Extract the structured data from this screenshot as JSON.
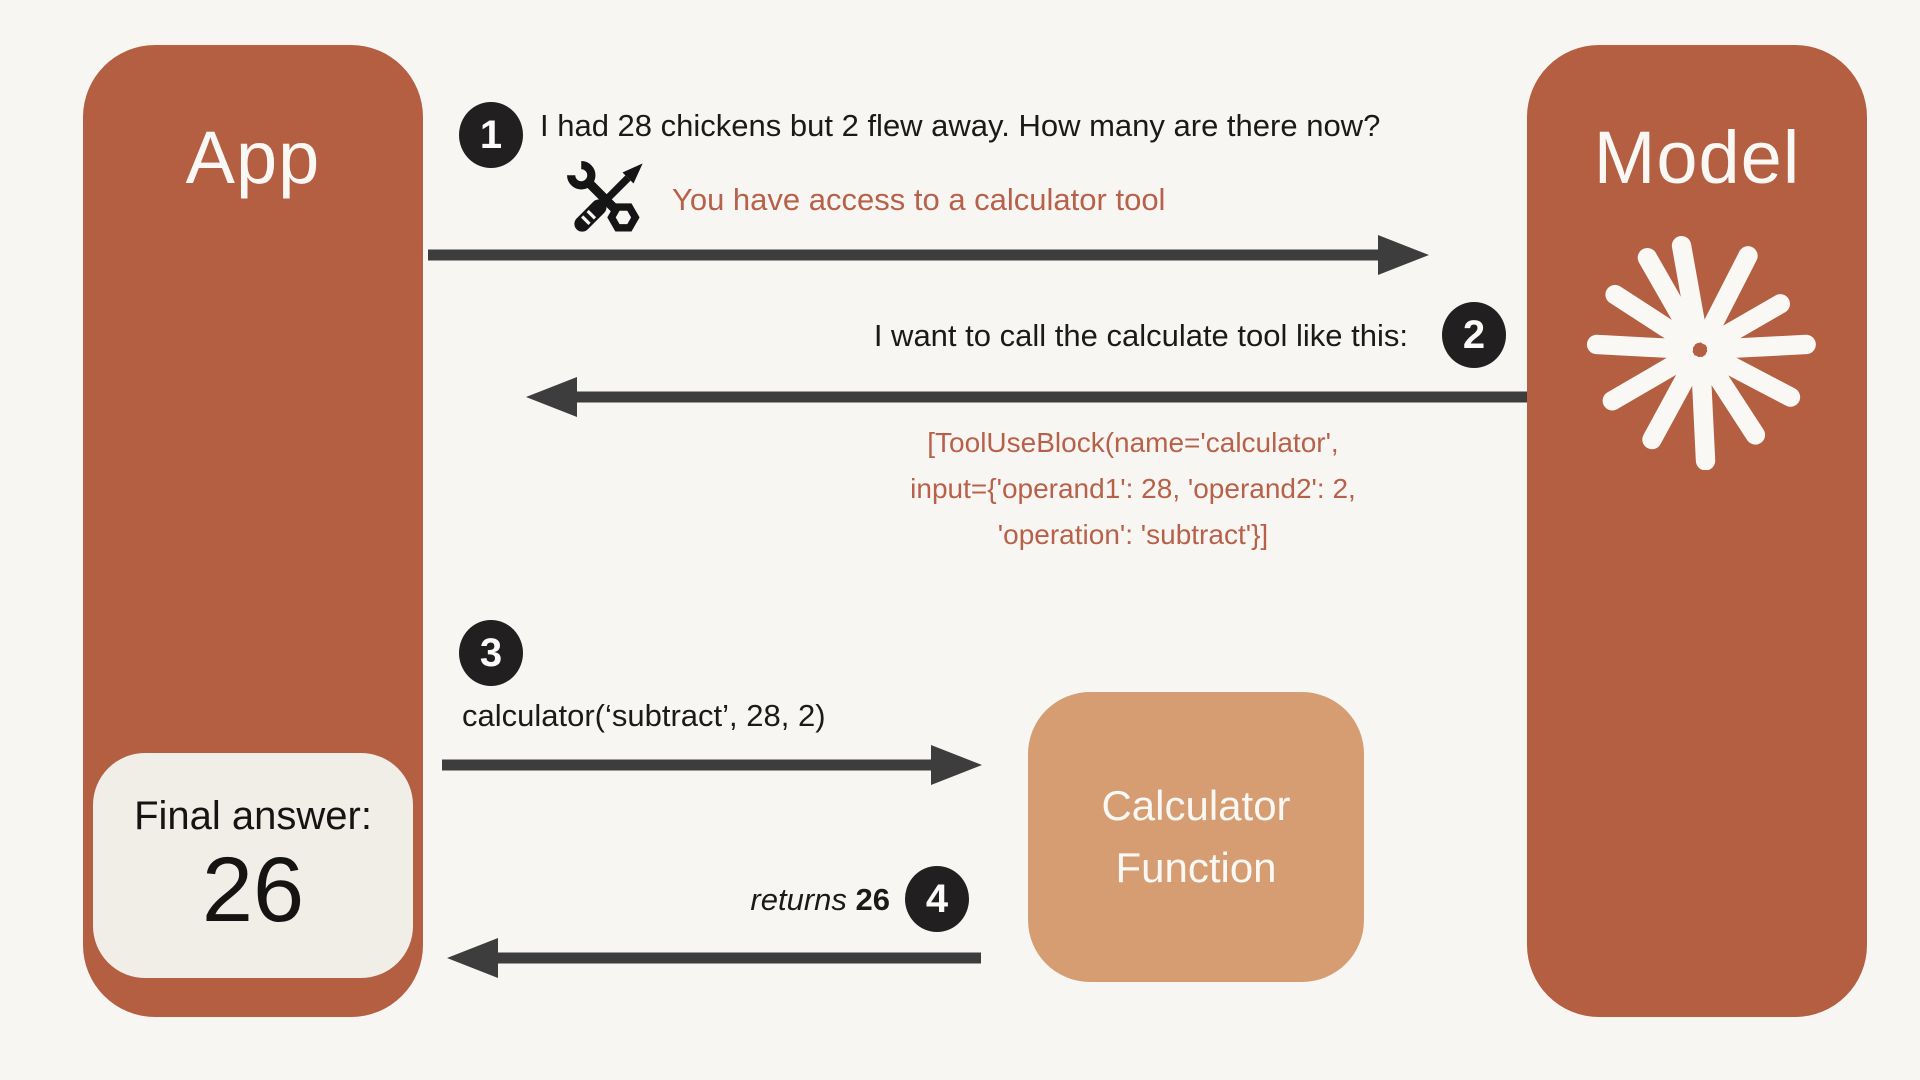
{
  "palette": {
    "background": "#f8f6f2",
    "actor_box": "#b45f42",
    "calculator_box": "#d69d72",
    "final_answer_box": "#f0eee7",
    "arrow": "#3d3d3d",
    "badge": "#211f1f",
    "accent_text": "#b8614a",
    "text": "#1c1a19"
  },
  "app": {
    "title": "App",
    "final_answer_label": "Final answer:",
    "final_answer_value": "26"
  },
  "model": {
    "title": "Model",
    "icon": "starburst-icon"
  },
  "calculator": {
    "line1": "Calculator",
    "line2": "Function"
  },
  "steps": {
    "s1": {
      "badge": "1",
      "message": "I had 28 chickens but 2 flew away. How many are there now?",
      "note": "You have access to a calculator tool",
      "icon": "tools-icon"
    },
    "s2": {
      "badge": "2",
      "message": "I want to call the calculate tool like this:",
      "code1": "[ToolUseBlock(name='calculator',",
      "code2": "input={'operand1': 28, 'operand2': 2,",
      "code3": "'operation': 'subtract'}]"
    },
    "s3": {
      "badge": "3",
      "message": "calculator(‘subtract’, 28, 2)"
    },
    "s4": {
      "badge": "4",
      "verb": "returns",
      "value": "26"
    }
  }
}
